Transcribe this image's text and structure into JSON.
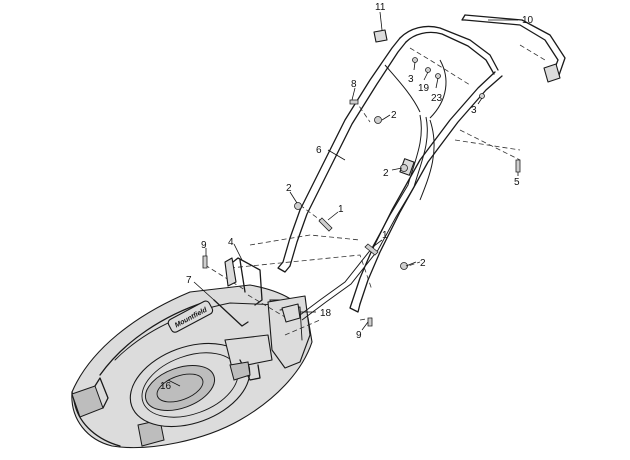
{
  "callouts": {
    "c1a": "1",
    "c1b": "1",
    "c2a": "2",
    "c2b": "2",
    "c2c": "2",
    "c2d": "2",
    "c3a": "3",
    "c3b": "3",
    "c4": "4",
    "c5": "5",
    "c6": "6",
    "c7": "7",
    "c8": "8",
    "c9a": "9",
    "c9b": "9",
    "c10": "10",
    "c11": "11",
    "c16": "16",
    "c18": "18",
    "c19": "19",
    "c23": "23"
  },
  "deck_logo_text": "Mountfield",
  "colors": {
    "line": "#1a1a1a",
    "shade": "#dcdcdc",
    "background": "#ffffff"
  }
}
